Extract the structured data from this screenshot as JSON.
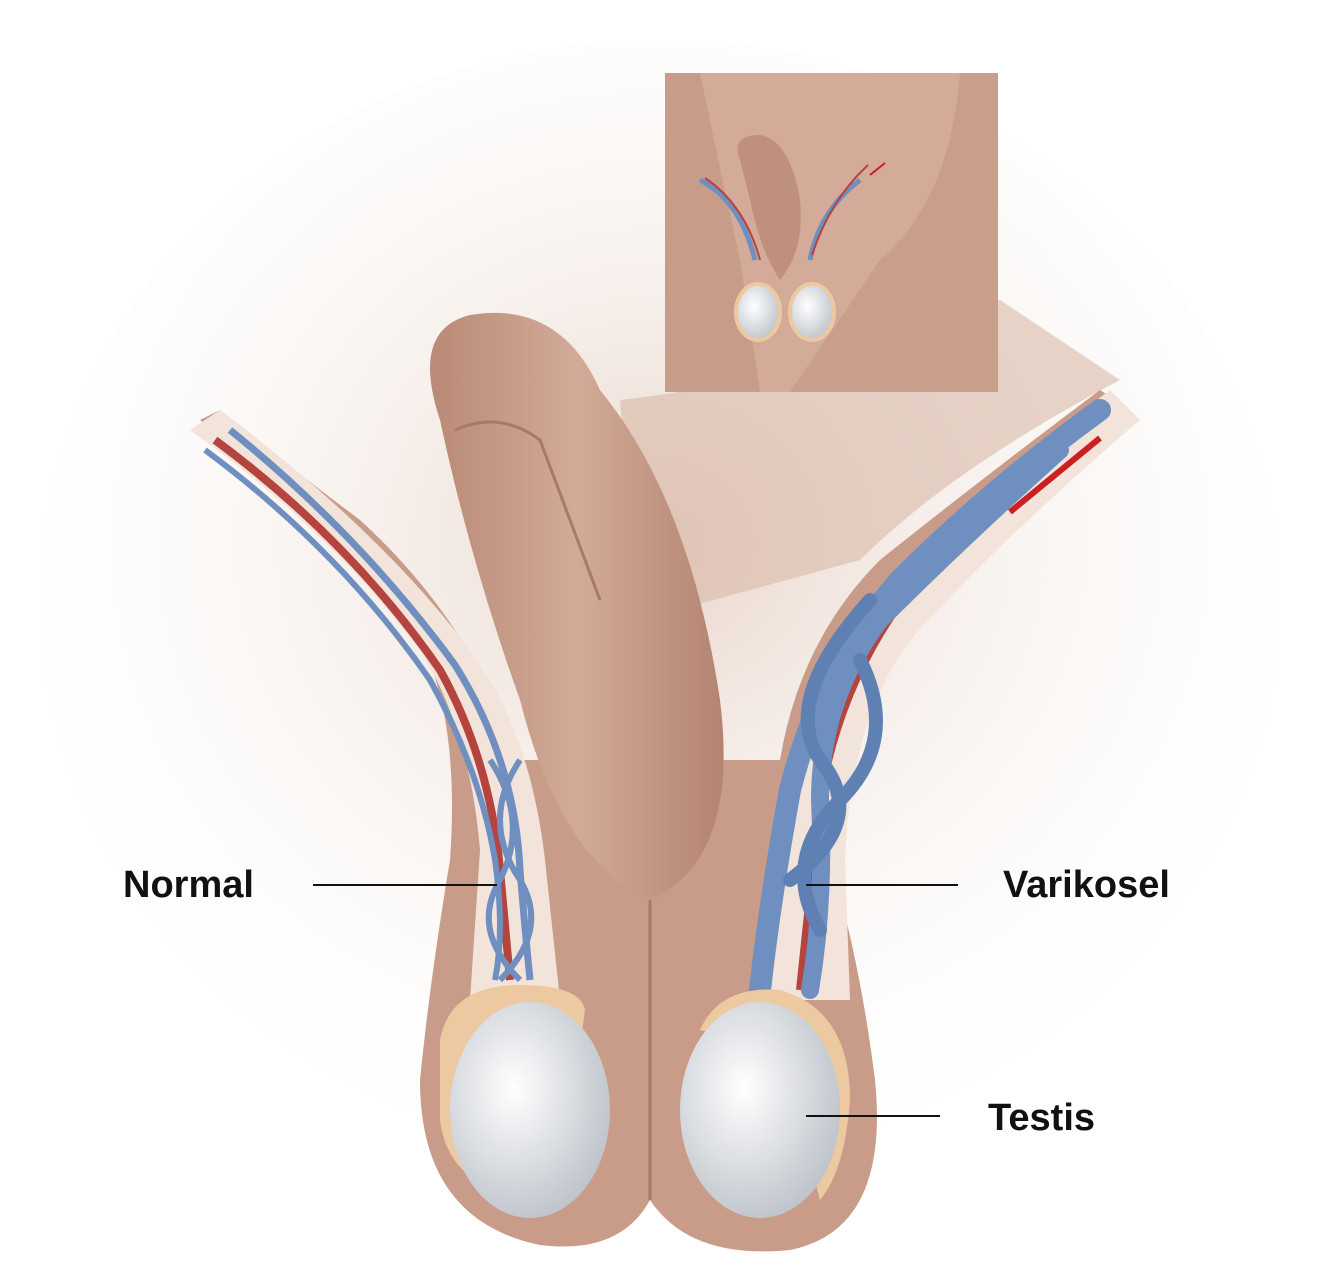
{
  "labels": {
    "normal": "Normal",
    "varicocele": "Varikosel",
    "testis": "Testis"
  },
  "colors": {
    "skin": "#c8a08c",
    "skin_dark": "#b48673",
    "skin_light": "#e6cfc2",
    "vein": "#6f8fc0",
    "artery": "#b5443e",
    "epididymis": "#ecc9a0",
    "testis": "#e4e8ec",
    "label_text": "#111111",
    "highlight_line": "#cc1f1f"
  }
}
